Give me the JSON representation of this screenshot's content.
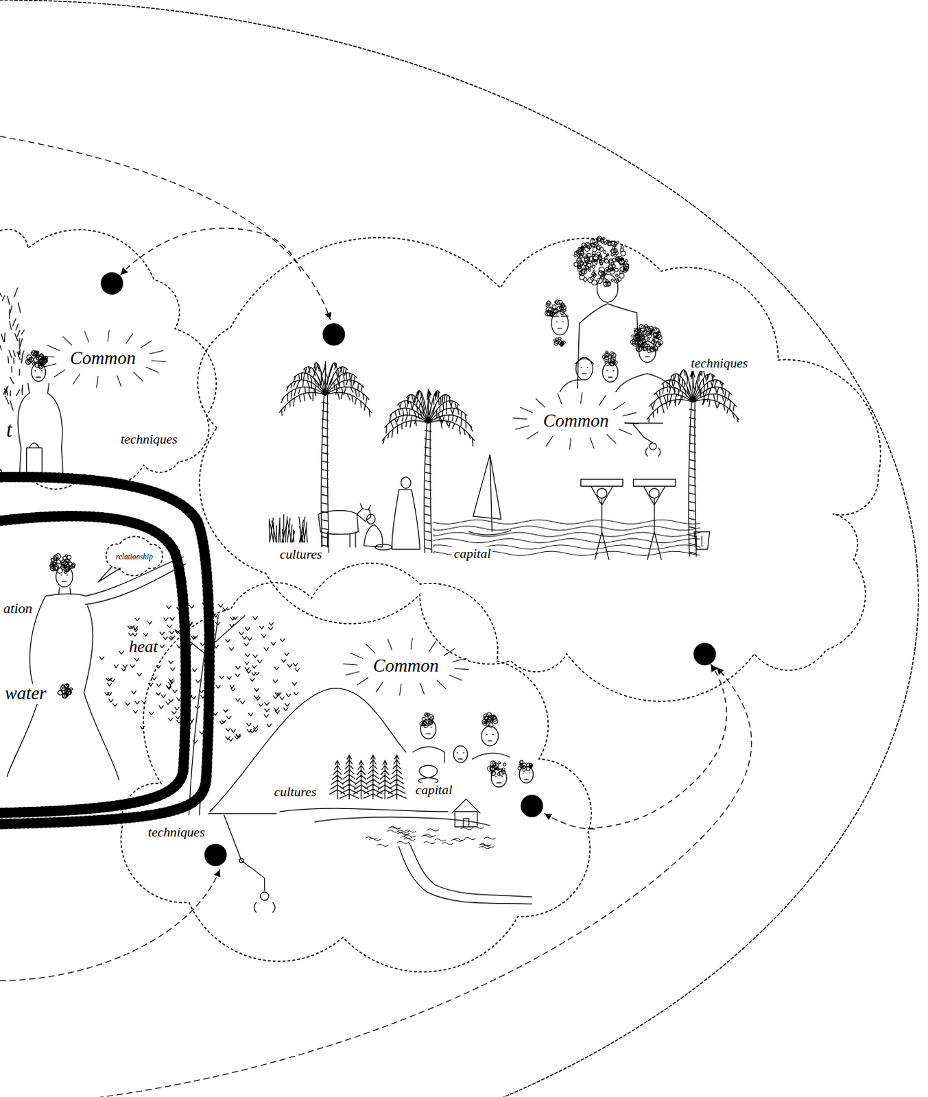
{
  "diagram": {
    "nodes": [
      {
        "text": [
          "Common",
          "techniques"
        ]
      },
      {
        "text": [
          "Common",
          "techniques",
          "cultures",
          "capital"
        ]
      },
      {
        "text": [
          "Common",
          "cultures",
          "capital",
          "techniques"
        ]
      },
      {
        "text": [
          "relationship"
        ]
      }
    ],
    "edges": [
      {
        "from": 1,
        "to": 0,
        "arrow": "to"
      },
      {
        "from": 2,
        "to": 1,
        "arrow": "to"
      }
    ],
    "labels": [
      "t",
      "ation",
      "heat",
      "water"
    ]
  }
}
